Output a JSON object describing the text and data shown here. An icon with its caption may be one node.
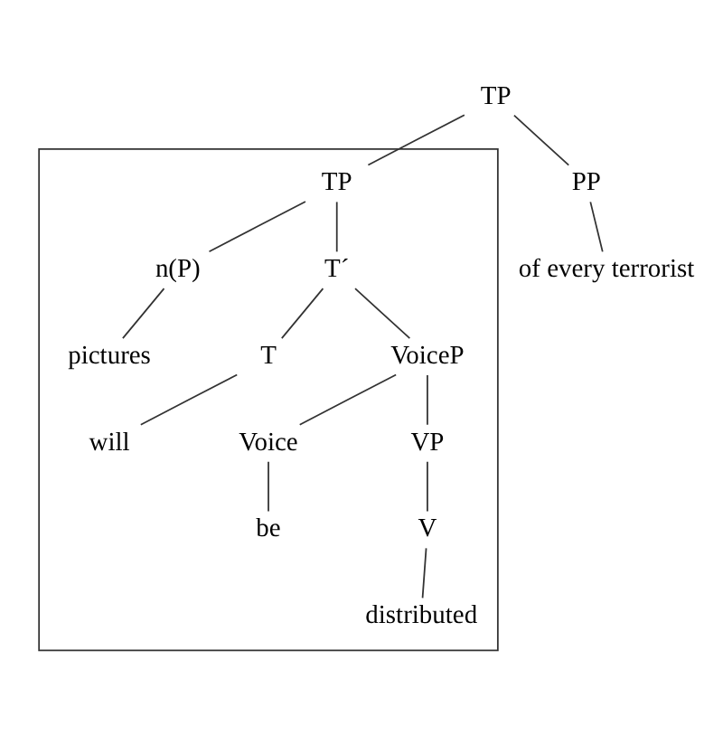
{
  "diagram": {
    "nodes": [
      {
        "text": [
          "TP"
        ]
      },
      {
        "text": [],
        "shape": "box"
      },
      {
        "text": [
          "TP"
        ],
        "in": 1
      },
      {
        "text": [
          "PP"
        ]
      },
      {
        "text": [
          "n(P)"
        ],
        "in": 1
      },
      {
        "text": [
          "T´"
        ],
        "in": 1
      },
      {
        "text": [
          "pictures"
        ],
        "in": 1
      },
      {
        "text": [
          "T"
        ],
        "in": 1
      },
      {
        "text": [
          "VoiceP"
        ],
        "in": 1
      },
      {
        "text": [
          "will"
        ],
        "in": 1
      },
      {
        "text": [
          "Voice"
        ],
        "in": 1
      },
      {
        "text": [
          "VP"
        ],
        "in": 1
      },
      {
        "text": [
          "be"
        ],
        "in": 1
      },
      {
        "text": [
          "V"
        ],
        "in": 1
      },
      {
        "text": [
          "distributed"
        ],
        "in": 1
      },
      {
        "text": [
          "of every terrorist"
        ]
      }
    ],
    "edges": [
      {
        "from": 0,
        "to": 2,
        "arrow": "none"
      },
      {
        "from": 0,
        "to": 3,
        "arrow": "none"
      },
      {
        "from": 2,
        "to": 4,
        "arrow": "none"
      },
      {
        "from": 2,
        "to": 5,
        "arrow": "none"
      },
      {
        "from": 4,
        "to": 6,
        "arrow": "none"
      },
      {
        "from": 5,
        "to": 7,
        "arrow": "none"
      },
      {
        "from": 5,
        "to": 8,
        "arrow": "none"
      },
      {
        "from": 7,
        "to": 9,
        "arrow": "none"
      },
      {
        "from": 8,
        "to": 10,
        "arrow": "none"
      },
      {
        "from": 8,
        "to": 11,
        "arrow": "none"
      },
      {
        "from": 10,
        "to": 12,
        "arrow": "none"
      },
      {
        "from": 11,
        "to": 13,
        "arrow": "none"
      },
      {
        "from": 13,
        "to": 14,
        "arrow": "none"
      },
      {
        "from": 3,
        "to": 15,
        "arrow": "none"
      }
    ]
  }
}
